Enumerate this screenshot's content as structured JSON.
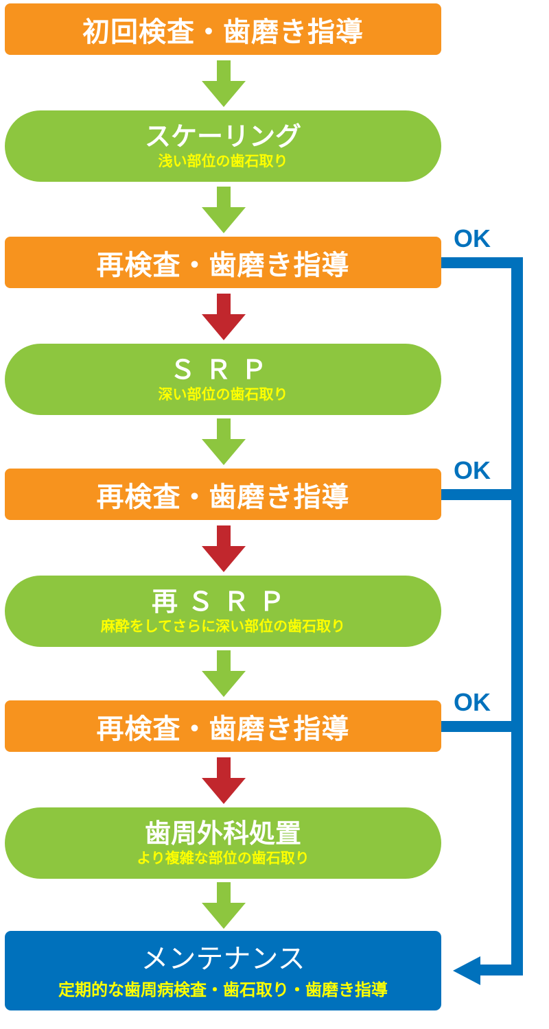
{
  "colors": {
    "orange": "#f7931e",
    "green": "#8dc63f",
    "blue": "#0071bc",
    "red_arrow": "#c1272d",
    "green_arrow": "#8dc63f",
    "subtitle": "#ffff00"
  },
  "steps": [
    {
      "type": "check",
      "title": "初回検査・歯磨き指導"
    },
    {
      "type": "treatment",
      "title": "スケーリング",
      "subtitle": "浅い部位の歯石取り"
    },
    {
      "type": "check",
      "title": "再検査・歯磨き指導"
    },
    {
      "type": "treatment",
      "title": "ＳＲＰ",
      "subtitle": "深い部位の歯石取り"
    },
    {
      "type": "check",
      "title": "再検査・歯磨き指導"
    },
    {
      "type": "treatment",
      "title": "再ＳＲＰ",
      "subtitle": "麻酔をしてさらに深い部位の歯石取り"
    },
    {
      "type": "check",
      "title": "再検査・歯磨き指導"
    },
    {
      "type": "treatment",
      "title": "歯周外科処置",
      "subtitle": "より複雑な部位の歯石取り"
    },
    {
      "type": "final",
      "title": "メンテナンス",
      "subtitle": "定期的な歯周病検査・歯石取り・歯磨き指導"
    }
  ],
  "arrows": [
    "green",
    "green",
    "red",
    "green",
    "red",
    "green",
    "red",
    "green"
  ],
  "ok_labels": [
    "OK",
    "OK",
    "OK"
  ]
}
